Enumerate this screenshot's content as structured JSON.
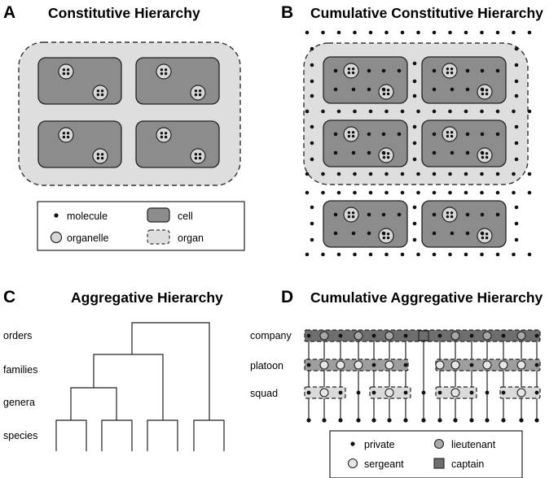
{
  "colors": {
    "organ_fill": "#dedede",
    "cell_fill": "#8c8c8c",
    "organelle_fill": "#d8d8d8",
    "captain_fill": "#6e6e6e",
    "platoon_fill": "#9e9e9e",
    "squad_fill": "#dadada",
    "lieutenant_fill": "#a8a8a8",
    "sergeant_fill": "#e6e6e6",
    "outline": "#222222"
  },
  "panelA": {
    "letter": "A",
    "title": "Constitutive Hierarchy"
  },
  "panelB": {
    "letter": "B",
    "title": "Cumulative Constitutive Hierarchy"
  },
  "panelC": {
    "letter": "C",
    "title": "Aggregative Hierarchy",
    "levels": [
      "orders",
      "families",
      "genera",
      "species"
    ]
  },
  "panelD": {
    "letter": "D",
    "title": "Cumulative Aggregative Hierarchy",
    "levels": [
      "company",
      "platoon",
      "squad"
    ]
  },
  "legendAB": {
    "molecule": "molecule",
    "cell": "cell",
    "organelle": "organelle",
    "organ": "organ"
  },
  "legendD": {
    "private": "private",
    "lieutenant": "lieutenant",
    "sergeant": "sergeant",
    "captain": "captain"
  }
}
